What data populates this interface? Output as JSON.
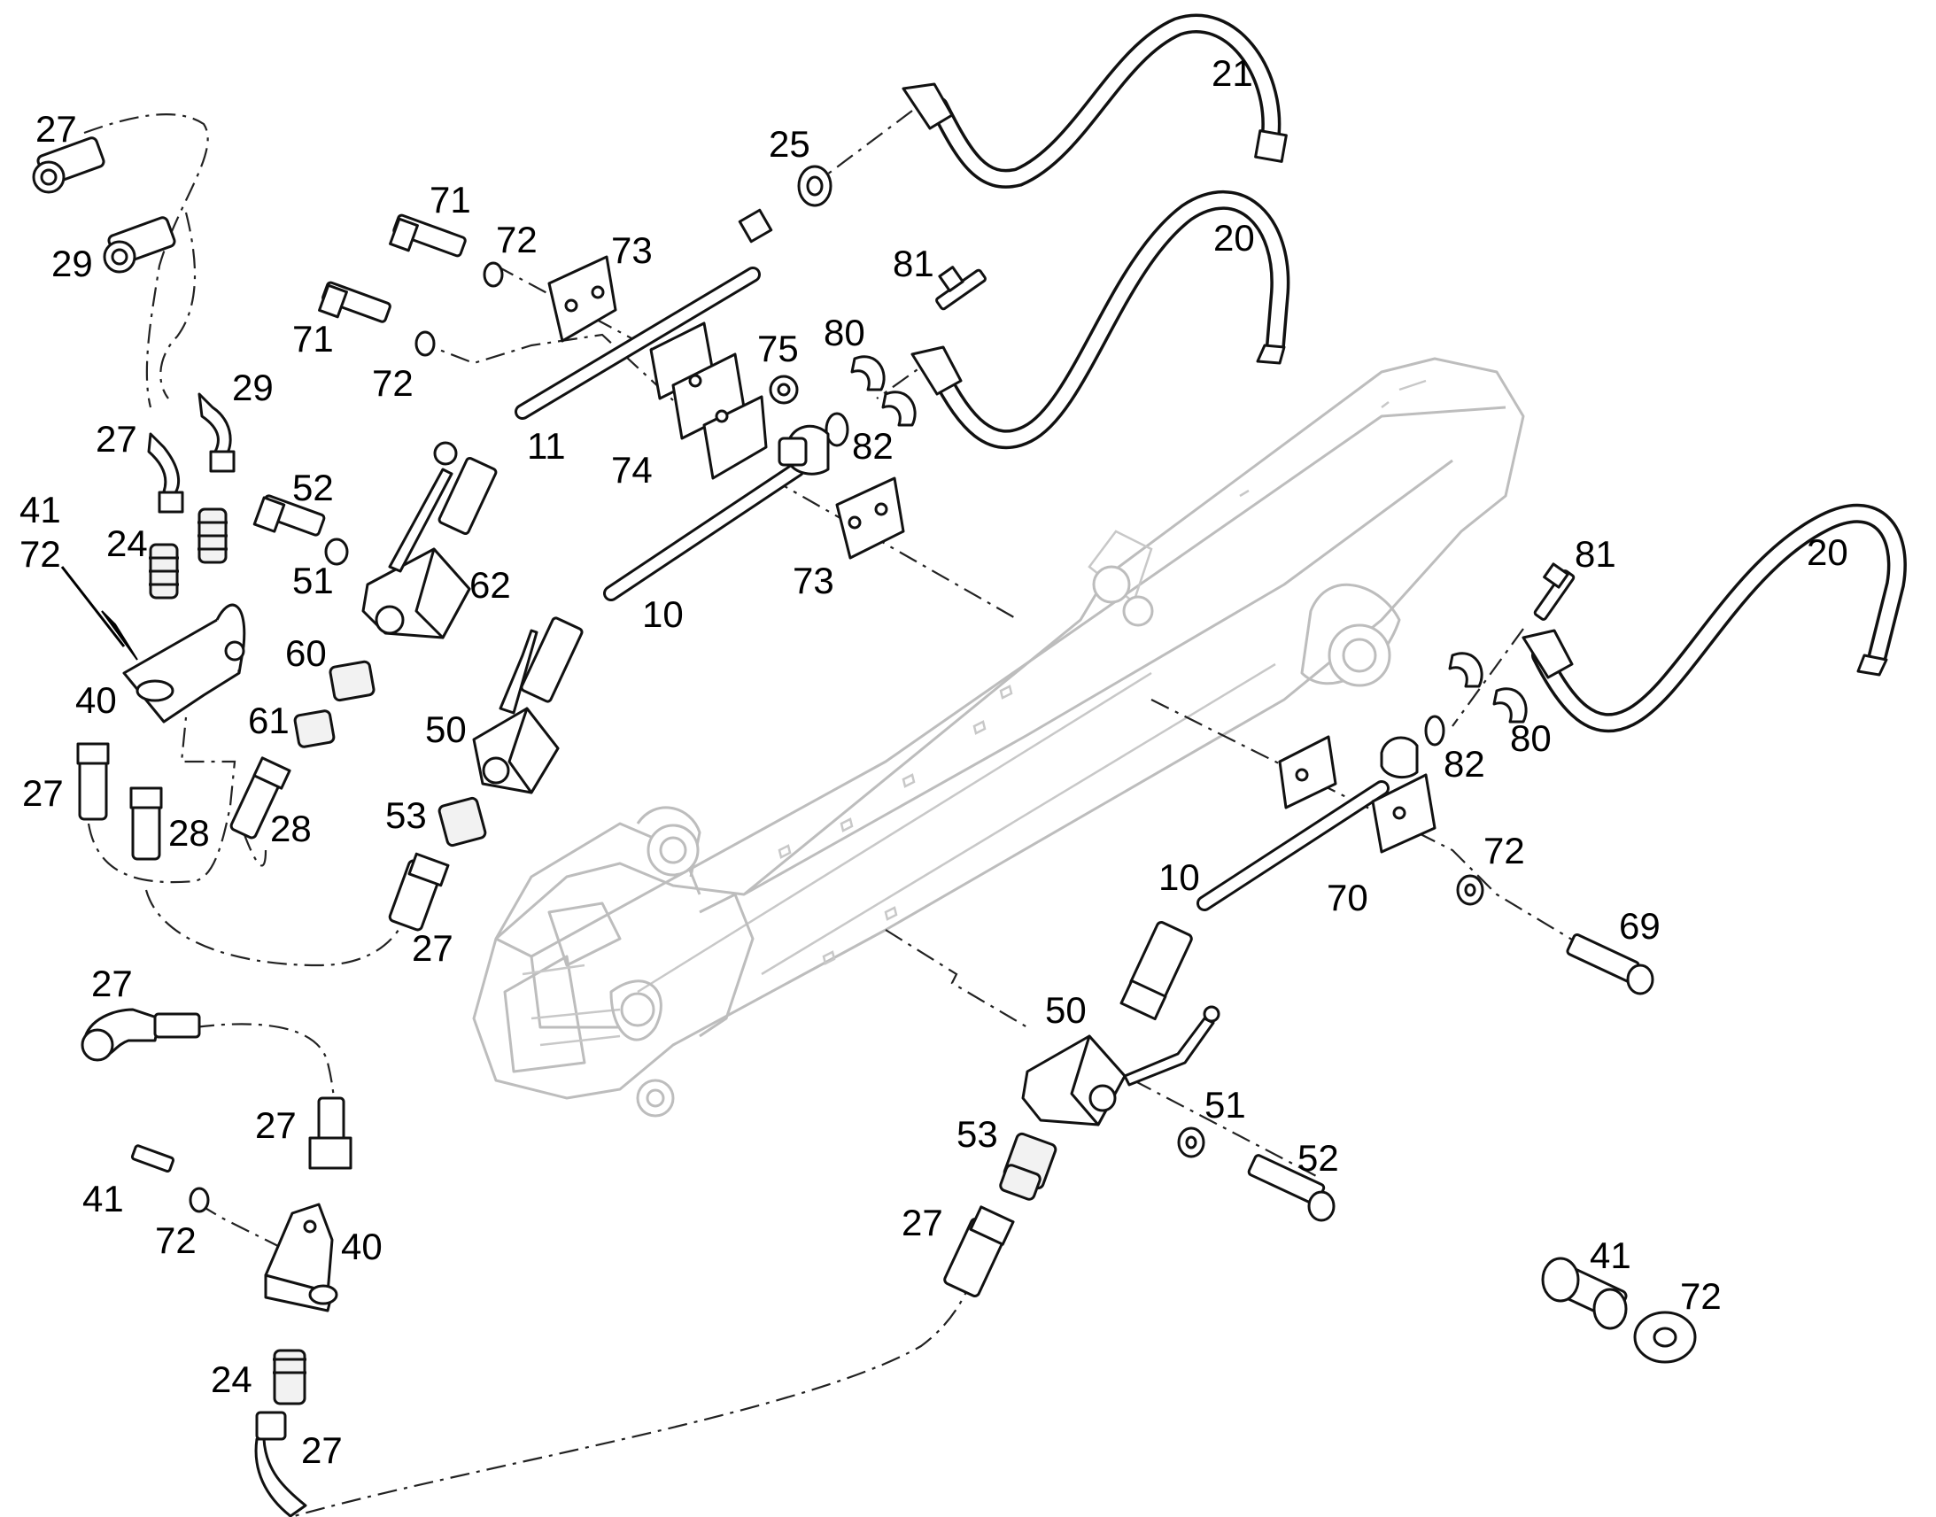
{
  "diagram": {
    "callouts": [
      {
        "id": "c27a",
        "text": "27"
      },
      {
        "id": "c29a",
        "text": "29"
      },
      {
        "id": "c29b",
        "text": "29"
      },
      {
        "id": "c27b",
        "text": "27"
      },
      {
        "id": "c41a",
        "text": "41"
      },
      {
        "id": "c72a",
        "text": "72"
      },
      {
        "id": "c24a",
        "text": "24"
      },
      {
        "id": "c40a",
        "text": "40"
      },
      {
        "id": "c27c",
        "text": "27"
      },
      {
        "id": "c28a",
        "text": "28"
      },
      {
        "id": "c28b",
        "text": "28"
      },
      {
        "id": "c71a",
        "text": "71"
      },
      {
        "id": "c72b",
        "text": "72"
      },
      {
        "id": "c73a",
        "text": "73"
      },
      {
        "id": "c71b",
        "text": "71"
      },
      {
        "id": "c72c",
        "text": "72"
      },
      {
        "id": "c52a",
        "text": "52"
      },
      {
        "id": "c51a",
        "text": "51"
      },
      {
        "id": "c62a",
        "text": "62"
      },
      {
        "id": "c60a",
        "text": "60"
      },
      {
        "id": "c61a",
        "text": "61"
      },
      {
        "id": "c11a",
        "text": "11"
      },
      {
        "id": "c74a",
        "text": "74"
      },
      {
        "id": "c10a",
        "text": "10"
      },
      {
        "id": "c50a",
        "text": "50"
      },
      {
        "id": "c53a",
        "text": "53"
      },
      {
        "id": "c27d",
        "text": "27"
      },
      {
        "id": "c25a",
        "text": "25"
      },
      {
        "id": "c21a",
        "text": "21"
      },
      {
        "id": "c20a",
        "text": "20"
      },
      {
        "id": "c81a",
        "text": "81"
      },
      {
        "id": "c80a",
        "text": "80"
      },
      {
        "id": "c75a",
        "text": "75"
      },
      {
        "id": "c82a",
        "text": "82"
      },
      {
        "id": "c73b",
        "text": "73"
      },
      {
        "id": "c81b",
        "text": "81"
      },
      {
        "id": "c20b",
        "text": "20"
      },
      {
        "id": "c82b",
        "text": "82"
      },
      {
        "id": "c80b",
        "text": "80"
      },
      {
        "id": "c72d",
        "text": "72"
      },
      {
        "id": "c70a",
        "text": "70"
      },
      {
        "id": "c10b",
        "text": "10"
      },
      {
        "id": "c69a",
        "text": "69"
      },
      {
        "id": "c50b",
        "text": "50"
      },
      {
        "id": "c51b",
        "text": "51"
      },
      {
        "id": "c52b",
        "text": "52"
      },
      {
        "id": "c53b",
        "text": "53"
      },
      {
        "id": "c27e",
        "text": "27"
      },
      {
        "id": "c27f",
        "text": "27"
      },
      {
        "id": "c27g",
        "text": "27"
      },
      {
        "id": "c41b",
        "text": "41"
      },
      {
        "id": "c72e",
        "text": "72"
      },
      {
        "id": "c40b",
        "text": "40"
      },
      {
        "id": "c24b",
        "text": "24"
      },
      {
        "id": "c27h",
        "text": "27"
      },
      {
        "id": "c41c",
        "text": "41"
      },
      {
        "id": "c72f",
        "text": "72"
      }
    ]
  }
}
